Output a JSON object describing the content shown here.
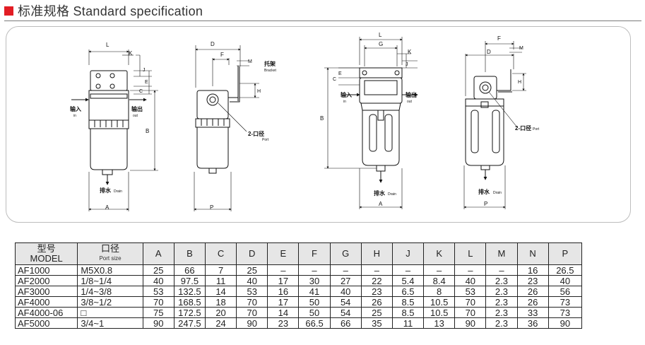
{
  "header": {
    "title": "标准规格 Standard specification",
    "accent": "#e21d24"
  },
  "labels": {
    "L": "L",
    "K": "K",
    "J": "J",
    "E": "E",
    "C": "C",
    "B": "B",
    "A": "A",
    "D": "D",
    "F": "F",
    "M": "M",
    "H": "H",
    "P": "P",
    "G": "G",
    "inlet_cn": "输入",
    "inlet_en": "in",
    "outlet_cn": "输出",
    "outlet_en": "out",
    "bracket_cn": "托架",
    "bracket_en": "Bracket",
    "port_cn": "2-口径",
    "port_en": "Port",
    "drain_cn": "排水",
    "drain_en": "Drain"
  },
  "table": {
    "header_model_cn": "型号",
    "header_model_en": "MODEL",
    "header_port_cn": "口径",
    "header_port_en": "Port size",
    "columns": [
      "A",
      "B",
      "C",
      "D",
      "E",
      "F",
      "G",
      "H",
      "J",
      "K",
      "L",
      "M",
      "N",
      "P"
    ],
    "rows": [
      {
        "model": "AF1000",
        "port": "M5X0.8",
        "vals": [
          "25",
          "66",
          "7",
          "25",
          "–",
          "–",
          "–",
          "–",
          "–",
          "–",
          "–",
          "–",
          "16",
          "26.5"
        ]
      },
      {
        "model": "AF2000",
        "port": "1/8~1/4",
        "vals": [
          "40",
          "97.5",
          "11",
          "40",
          "17",
          "30",
          "27",
          "22",
          "5.4",
          "8.4",
          "40",
          "2.3",
          "23",
          "40"
        ]
      },
      {
        "model": "AF3000",
        "port": "1/4~3/8",
        "vals": [
          "53",
          "132.5",
          "14",
          "53",
          "16",
          "41",
          "40",
          "23",
          "6.5",
          "8",
          "53",
          "2.3",
          "26",
          "56"
        ]
      },
      {
        "model": "AF4000",
        "port": "3/8~1/2",
        "vals": [
          "70",
          "168.5",
          "18",
          "70",
          "17",
          "50",
          "54",
          "26",
          "8.5",
          "10.5",
          "70",
          "2.3",
          "26",
          "73"
        ]
      },
      {
        "model": "AF4000-06",
        "port": "□",
        "vals": [
          "75",
          "172.5",
          "20",
          "70",
          "14",
          "50",
          "54",
          "25",
          "8.5",
          "10.5",
          "70",
          "2.3",
          "33",
          "73"
        ]
      },
      {
        "model": "AF5000",
        "port": "3/4~1",
        "vals": [
          "90",
          "247.5",
          "24",
          "90",
          "23",
          "66.5",
          "66",
          "35",
          "11",
          "13",
          "90",
          "2.3",
          "36",
          "90"
        ]
      }
    ]
  }
}
